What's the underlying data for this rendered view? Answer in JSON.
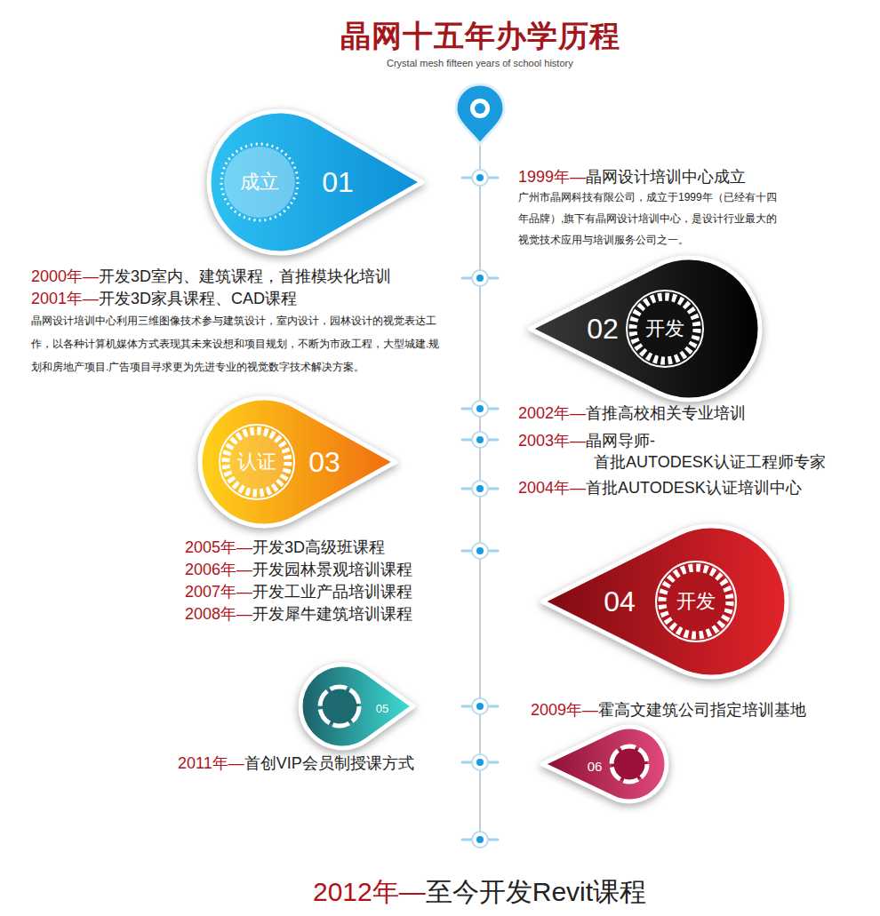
{
  "diagram": {
    "title": "晶网十五年办学历程",
    "nodes": [
      {
        "text": [
          "成立",
          "01"
        ]
      },
      {
        "text": [
          "02",
          "开发"
        ]
      },
      {
        "text": [
          "认证",
          "03"
        ]
      },
      {
        "text": [
          "04",
          "开发"
        ]
      },
      {
        "text": [
          "05"
        ]
      },
      {
        "text": [
          "06"
        ]
      }
    ],
    "labels": [
      "Crystal mesh fifteen years of school history",
      "1999年—晶网设计培训中心成立",
      "广州市晶网科技有限公司，成立于1999年（已经有十四年品牌）,旗下有晶网设计培训中心，是设计行业最大的视觉技术应用与培训服务公司之一。",
      "2000年—开发3D室内、建筑课程，首推模块化培训",
      "2001年—开发3D家具课程、CAD课程",
      "晶网设计培训中心利用三维图像技术参与建筑设计，室内设计，园林设计的视觉表达工作，以各种计算机媒体方式表现其未来设想和项目规划，不断为市政工程，大型城建.规划和房地产项目.广告项目寻求更为先进专业的视觉数字技术解决方案。",
      "2002年—首推高校相关专业培训",
      "2003年—晶网导师- 首批AUTODESK认证工程师专家",
      "2004年—首批AUTODESK认证培训中心",
      "2005年—开发3D高级班课程",
      "2006年—开发园林景观培训课程",
      "2007年—开发工业产品培训课程",
      "2008年—开发犀牛建筑培训课程",
      "2009年—霍高文建筑公司指定培训基地",
      "2011年—首创VIP会员制授课方式",
      "2012年—至今开发Revit课程"
    ]
  }
}
